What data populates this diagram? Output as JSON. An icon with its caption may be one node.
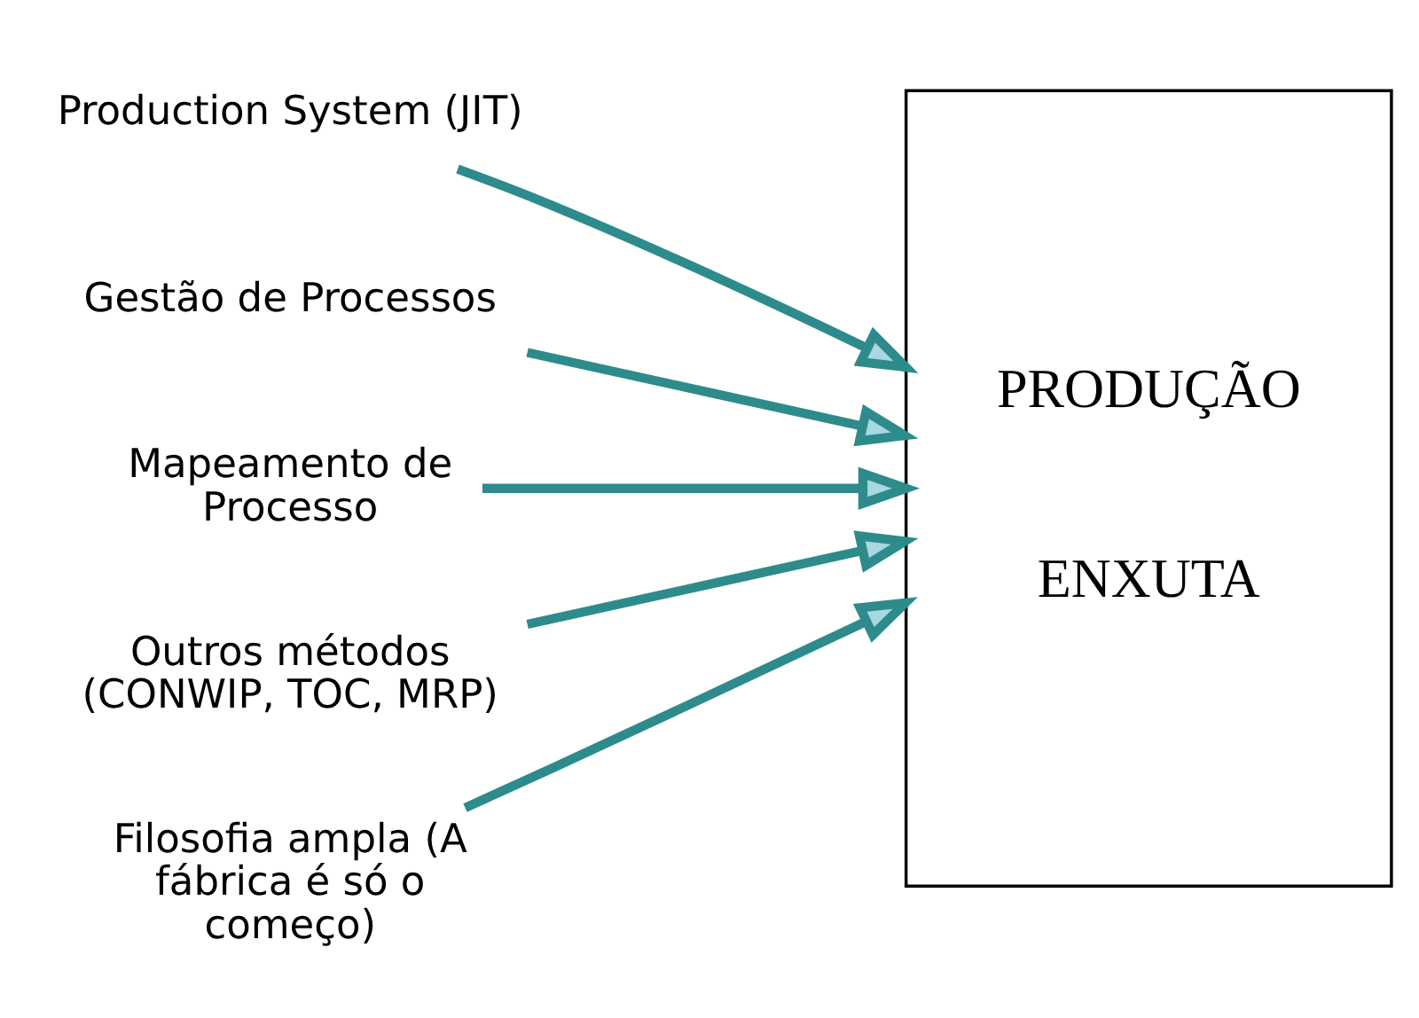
{
  "diagram": {
    "nodes": [
      {
        "text": [
          "Production System (JIT)"
        ]
      },
      {
        "text": [
          "Gestão de Processos"
        ]
      },
      {
        "text": [
          "Mapeamento de Processo"
        ]
      },
      {
        "text": [
          "Outros métodos (CONWIP, TOC, MRP)"
        ]
      },
      {
        "text": [
          "Filosofia ampla (A fábrica é só o começo)"
        ]
      },
      {
        "text": [
          "PRODUÇÃO ENXUTA"
        ]
      }
    ],
    "edges": [
      {
        "from": 0,
        "to": 5,
        "arrow": "to"
      },
      {
        "from": 1,
        "to": 5,
        "arrow": "to"
      },
      {
        "from": 2,
        "to": 5,
        "arrow": "to"
      },
      {
        "from": 3,
        "to": 5,
        "arrow": "to"
      },
      {
        "from": 4,
        "to": 5,
        "arrow": "to"
      }
    ]
  }
}
